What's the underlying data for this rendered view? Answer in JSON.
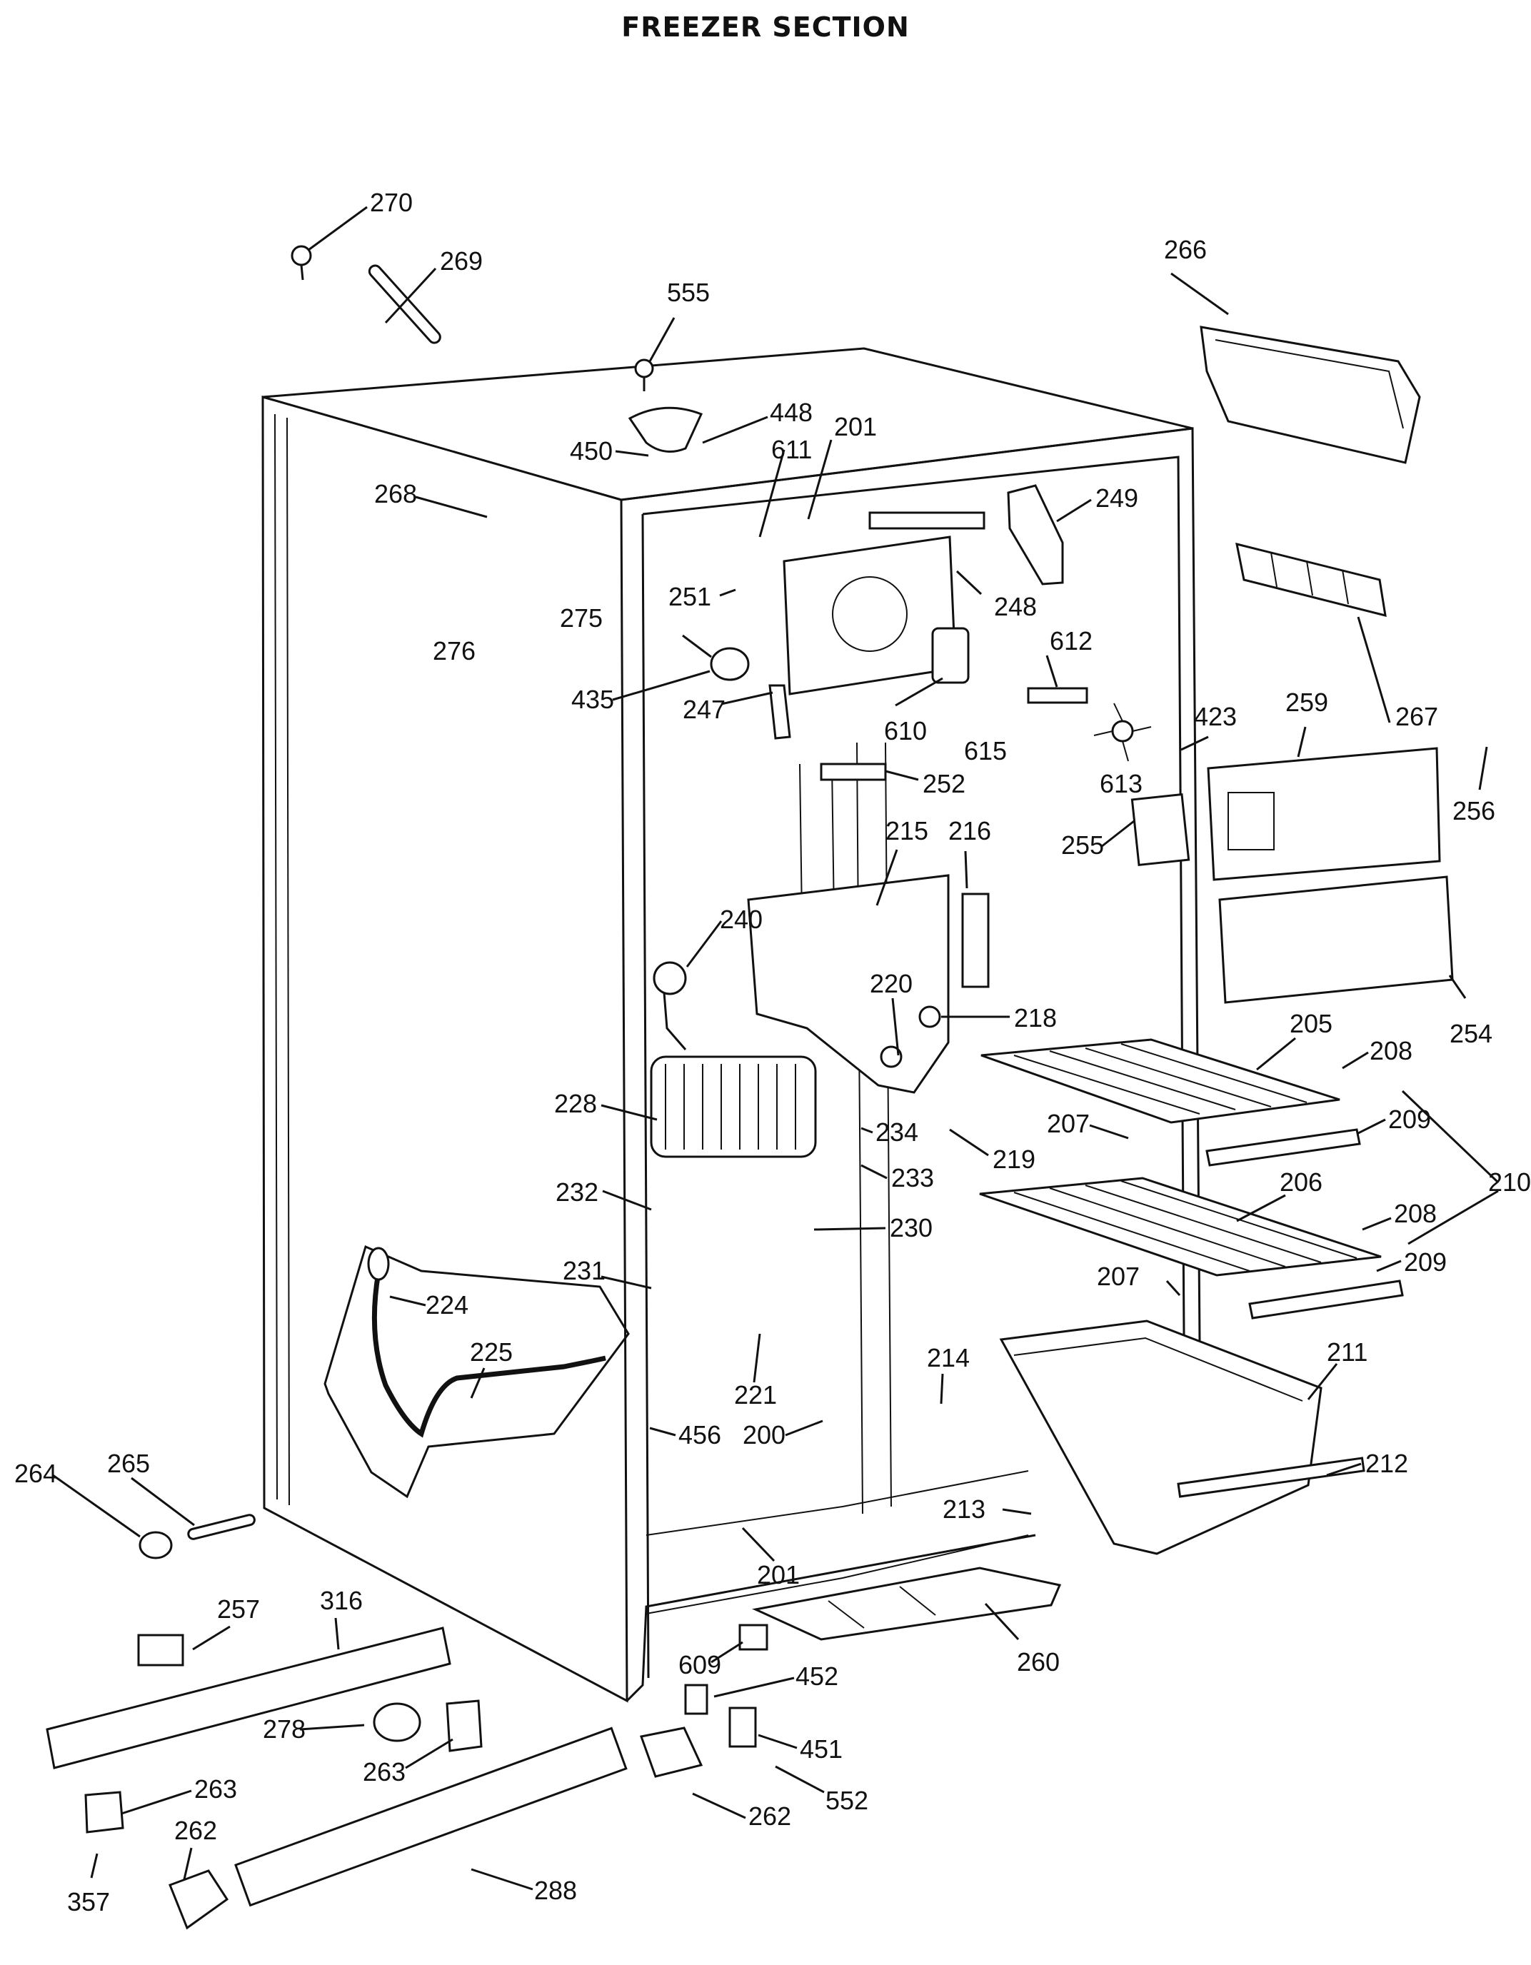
{
  "title": "FREEZER SECTION",
  "callouts": [
    {
      "id": "270",
      "text": "270"
    },
    {
      "id": "269",
      "text": "269"
    },
    {
      "id": "555",
      "text": "555"
    },
    {
      "id": "266",
      "text": "266"
    },
    {
      "id": "448",
      "text": "448"
    },
    {
      "id": "201a",
      "text": "201"
    },
    {
      "id": "450",
      "text": "450"
    },
    {
      "id": "611",
      "text": "611"
    },
    {
      "id": "268",
      "text": "268"
    },
    {
      "id": "249",
      "text": "249"
    },
    {
      "id": "251",
      "text": "251"
    },
    {
      "id": "275",
      "text": "275"
    },
    {
      "id": "248",
      "text": "248"
    },
    {
      "id": "276",
      "text": "276"
    },
    {
      "id": "612",
      "text": "612"
    },
    {
      "id": "267",
      "text": "267"
    },
    {
      "id": "435",
      "text": "435"
    },
    {
      "id": "247",
      "text": "247"
    },
    {
      "id": "610",
      "text": "610"
    },
    {
      "id": "615",
      "text": "615"
    },
    {
      "id": "423",
      "text": "423"
    },
    {
      "id": "259",
      "text": "259"
    },
    {
      "id": "613",
      "text": "613"
    },
    {
      "id": "256",
      "text": "256"
    },
    {
      "id": "252",
      "text": "252"
    },
    {
      "id": "215",
      "text": "215"
    },
    {
      "id": "216",
      "text": "216"
    },
    {
      "id": "255",
      "text": "255"
    },
    {
      "id": "240",
      "text": "240"
    },
    {
      "id": "220",
      "text": "220"
    },
    {
      "id": "218",
      "text": "218"
    },
    {
      "id": "254",
      "text": "254"
    },
    {
      "id": "205",
      "text": "205"
    },
    {
      "id": "208a",
      "text": "208"
    },
    {
      "id": "228",
      "text": "228"
    },
    {
      "id": "234",
      "text": "234"
    },
    {
      "id": "207a",
      "text": "207"
    },
    {
      "id": "209a",
      "text": "209"
    },
    {
      "id": "219",
      "text": "219"
    },
    {
      "id": "233",
      "text": "233"
    },
    {
      "id": "210",
      "text": "210"
    },
    {
      "id": "232",
      "text": "232"
    },
    {
      "id": "206",
      "text": "206"
    },
    {
      "id": "208b",
      "text": "208"
    },
    {
      "id": "230",
      "text": "230"
    },
    {
      "id": "231",
      "text": "231"
    },
    {
      "id": "209b",
      "text": "209"
    },
    {
      "id": "207b",
      "text": "207"
    },
    {
      "id": "224",
      "text": "224"
    },
    {
      "id": "225",
      "text": "225"
    },
    {
      "id": "211",
      "text": "211"
    },
    {
      "id": "214",
      "text": "214"
    },
    {
      "id": "221",
      "text": "221"
    },
    {
      "id": "456",
      "text": "456"
    },
    {
      "id": "200",
      "text": "200"
    },
    {
      "id": "212",
      "text": "212"
    },
    {
      "id": "264",
      "text": "264"
    },
    {
      "id": "265",
      "text": "265"
    },
    {
      "id": "213",
      "text": "213"
    },
    {
      "id": "201b",
      "text": "201"
    },
    {
      "id": "257",
      "text": "257"
    },
    {
      "id": "316",
      "text": "316"
    },
    {
      "id": "260",
      "text": "260"
    },
    {
      "id": "609",
      "text": "609"
    },
    {
      "id": "452",
      "text": "452"
    },
    {
      "id": "278",
      "text": "278"
    },
    {
      "id": "263a",
      "text": "263"
    },
    {
      "id": "451",
      "text": "451"
    },
    {
      "id": "552",
      "text": "552"
    },
    {
      "id": "263b",
      "text": "263"
    },
    {
      "id": "262a",
      "text": "262"
    },
    {
      "id": "262b",
      "text": "262"
    },
    {
      "id": "357",
      "text": "357"
    },
    {
      "id": "288",
      "text": "288"
    }
  ]
}
